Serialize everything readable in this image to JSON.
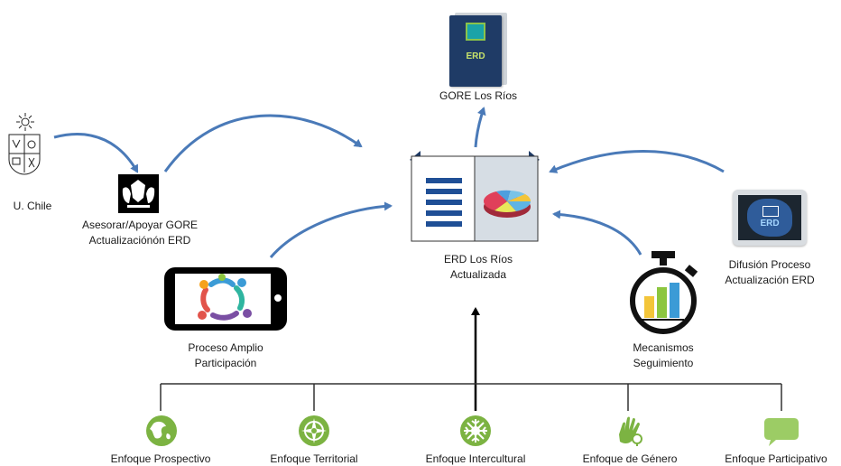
{
  "nodes": {
    "gore": {
      "label": "GORE Los Ríos",
      "book_text": "ERD"
    },
    "uchile": {
      "label": "U. Chile"
    },
    "asesorar": {
      "line1": "Asesorar/Apoyar GORE",
      "line2": "Actualizaciónón ERD"
    },
    "erd": {
      "line1": "ERD Los Ríos",
      "line2": "Actualizada"
    },
    "difusion": {
      "line1": "Difusión Proceso",
      "line2": "Actualización ERD",
      "tablet_text": "ERD"
    },
    "participacion": {
      "line1": "Proceso Amplio",
      "line2": "Participación"
    },
    "mecanismos": {
      "line1": "Mecanismos",
      "line2": "Seguimiento"
    }
  },
  "enfoques": [
    {
      "label": "Enfoque Prospectivo",
      "icon": "globe-icon"
    },
    {
      "label": "Enfoque Territorial",
      "icon": "compass-icon"
    },
    {
      "label": "Enfoque Intercultural",
      "icon": "mandala-icon"
    },
    {
      "label": "Enfoque de Género",
      "icon": "hand-icon"
    },
    {
      "label": "Enfoque Participativo",
      "icon": "speech-bubble-icon"
    }
  ],
  "colors": {
    "arrow": "#4a7ab8",
    "green": "#7cb342",
    "navy": "#1f3b66",
    "line": "#333333"
  }
}
